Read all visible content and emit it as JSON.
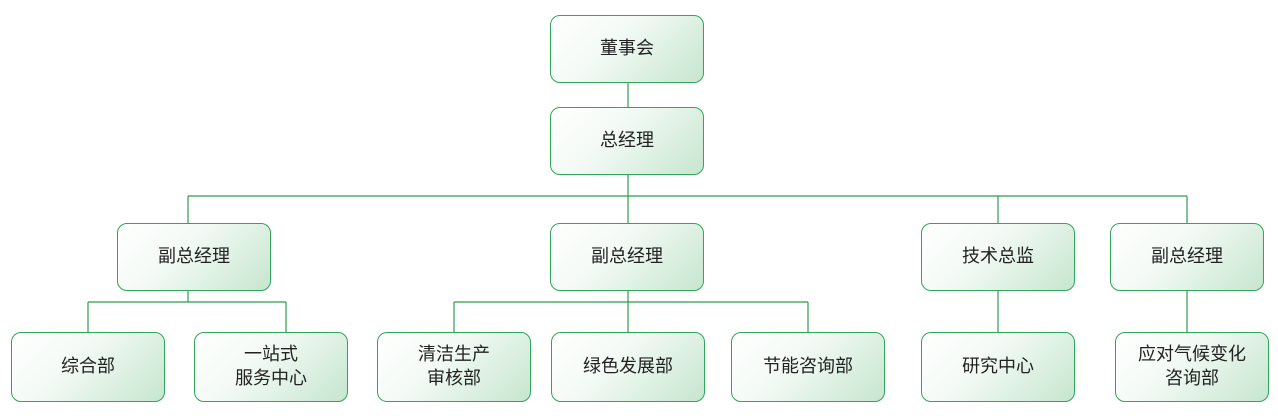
{
  "org_chart": {
    "board": "董事会",
    "general_manager": "总经理",
    "deputy_left": "副总经理",
    "deputy_center": "副总经理",
    "technical_director": "技术总监",
    "deputy_right": "副总经理",
    "admin_dept": "综合部",
    "one_stop_center": "一站式\n服务中心",
    "cleaner_production": "清洁生产\n审核部",
    "green_development": "绿色发展部",
    "energy_saving": "节能咨询部",
    "research_center": "研究中心",
    "climate_change": "应对气候变化\n咨询部"
  },
  "colors": {
    "border": "#31a55a",
    "connector": "#2f9c50",
    "fill_light": "#ffffff",
    "fill_dark": "#c6e6cf"
  }
}
